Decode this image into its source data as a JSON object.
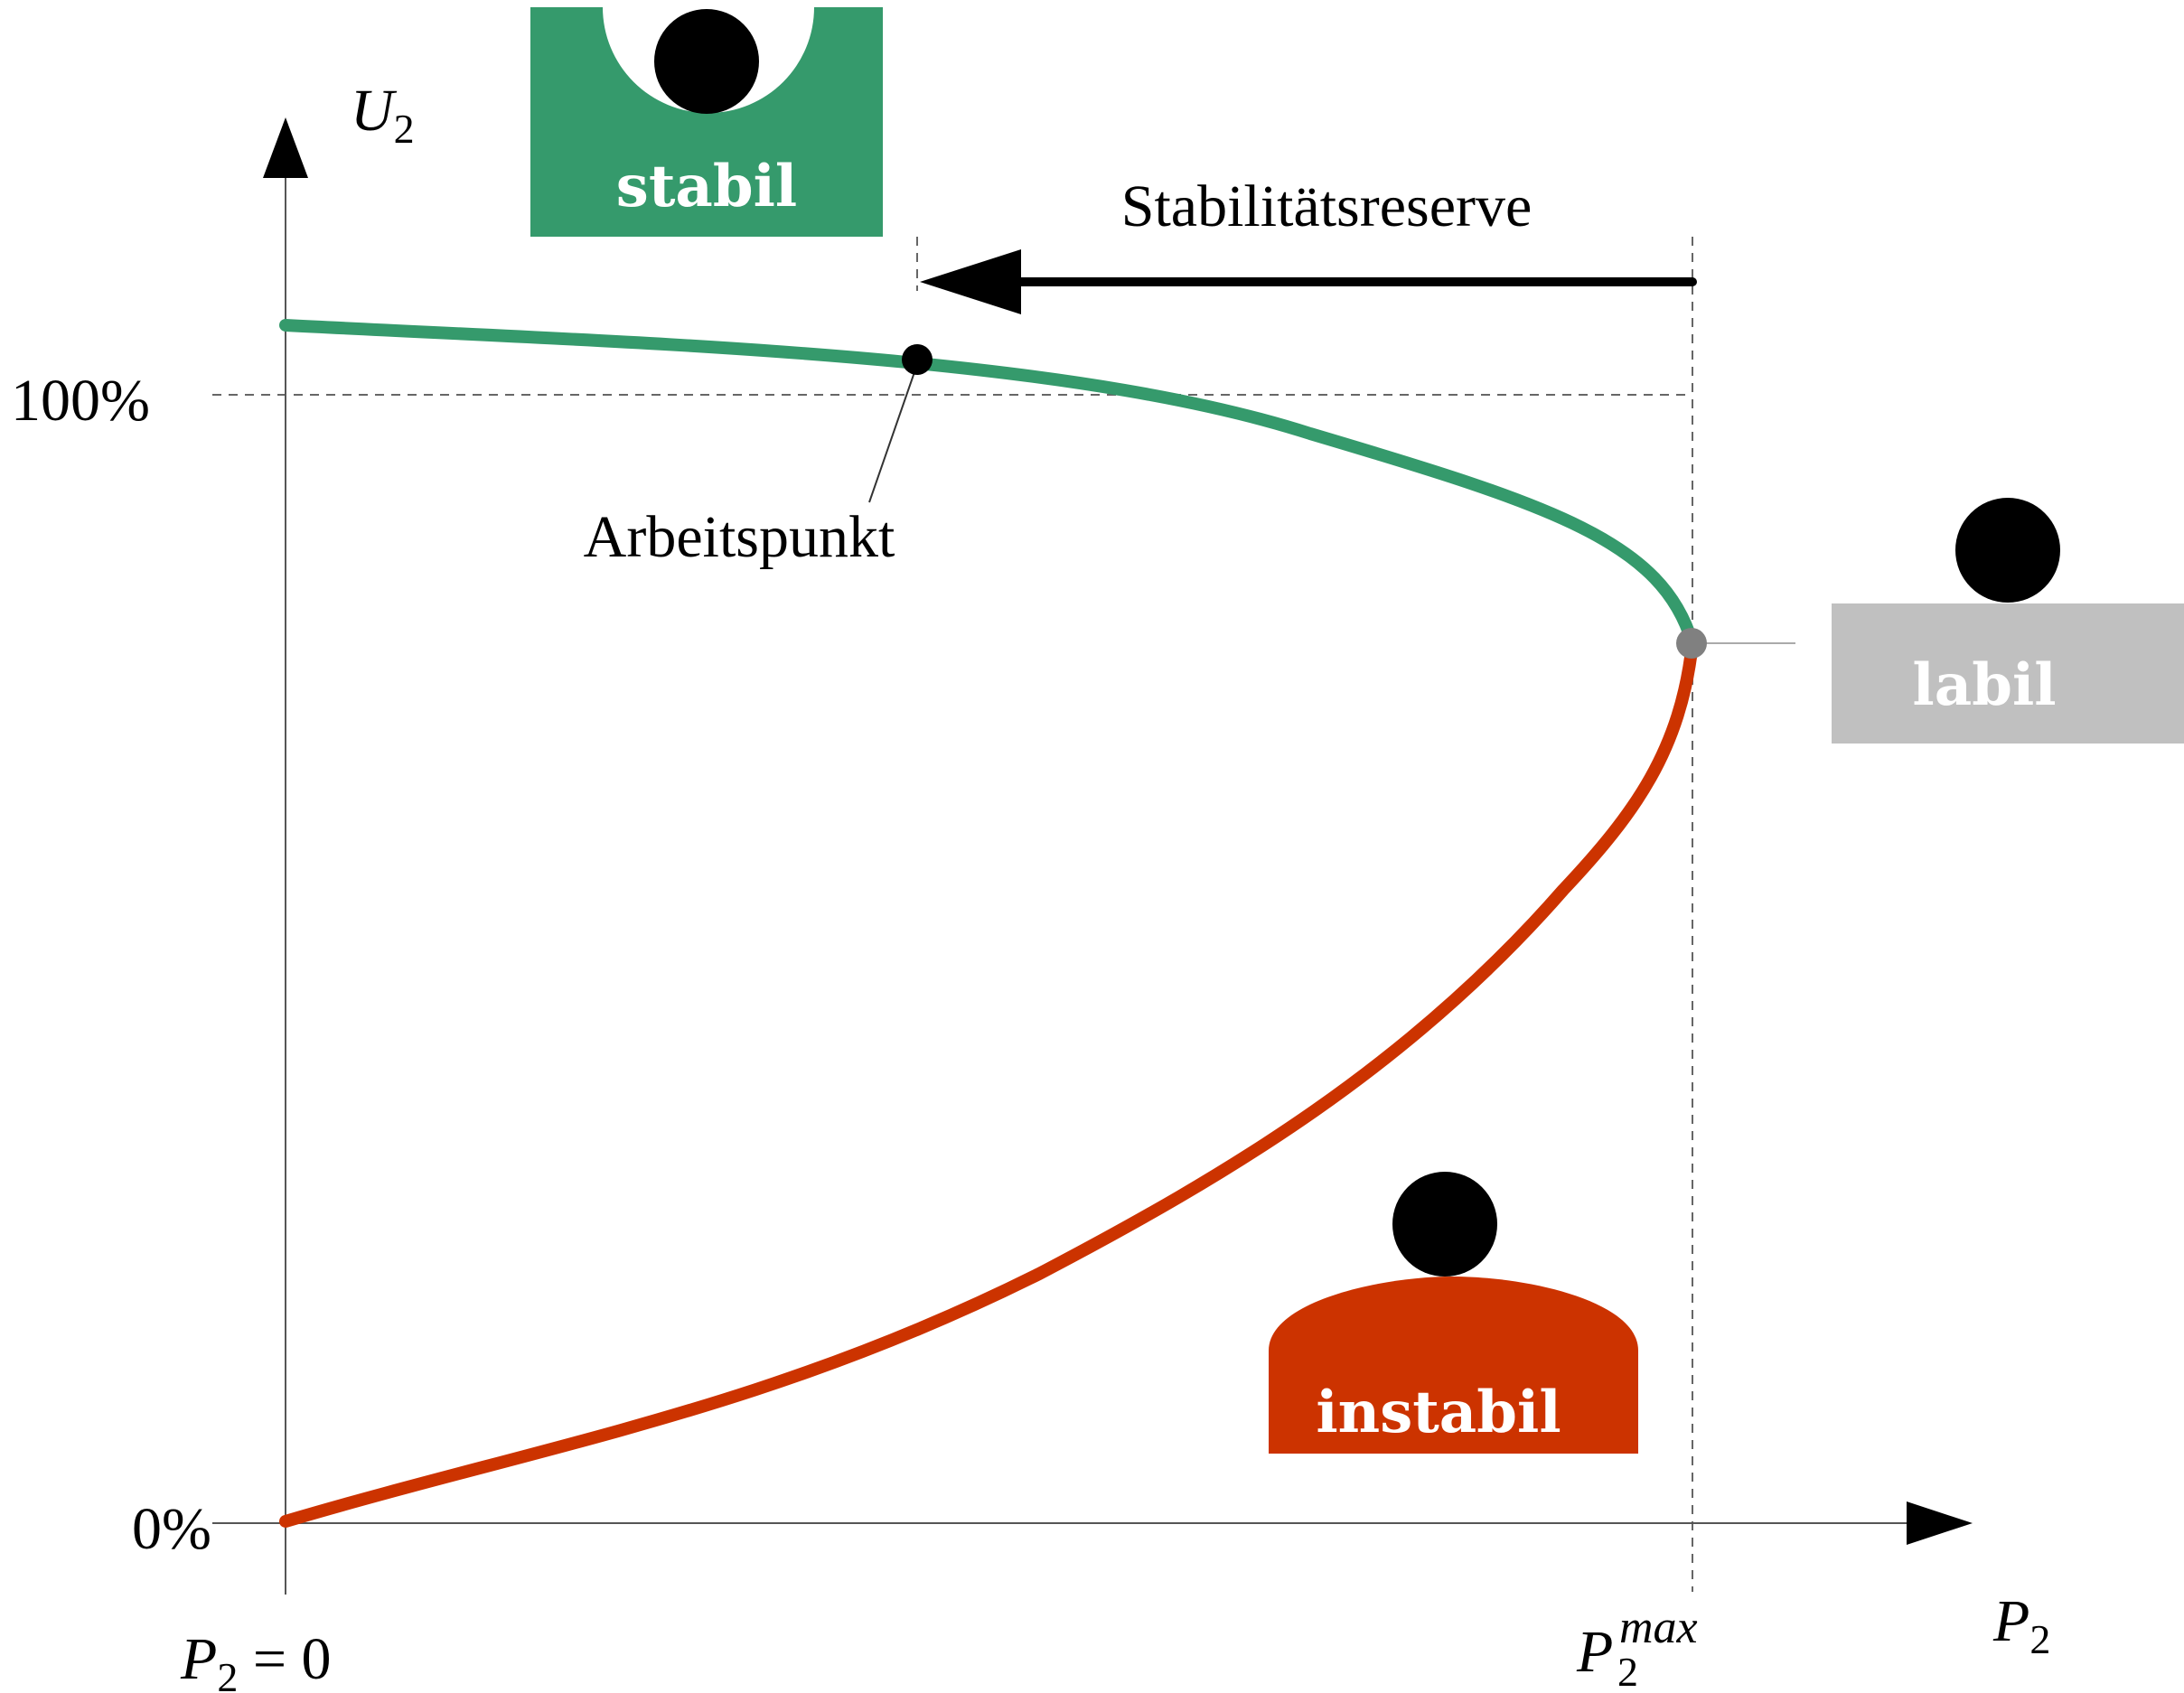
{
  "axes": {
    "y_label": {
      "base": "U",
      "sub": "2"
    },
    "x_label": {
      "base": "P",
      "sub": "2"
    },
    "y_ticks": [
      "100%",
      "0%"
    ],
    "x_ticks": {
      "origin": {
        "base": "P",
        "sub": "2",
        "rest": " = 0"
      },
      "pmax": {
        "base": "P",
        "sub": "2",
        "sup": "max"
      }
    }
  },
  "curve": {
    "stable_branch": "stabil",
    "unstable_branch": "instabil",
    "tip_state": "labil",
    "operating_point": "Arbeitspunkt",
    "reserve_arrow": "Stabilitätsreserve"
  },
  "legend_boxes": {
    "stable": {
      "label": "stabil",
      "color": "#359a6c"
    },
    "labile": {
      "label": "labil",
      "color": "#c0c0c0"
    },
    "unstable": {
      "label": "instabil",
      "color": "#cc3300"
    }
  },
  "colors": {
    "stable_curve": "#359a6c",
    "unstable_curve": "#cc3300",
    "tip_point": "#808080",
    "operating_point": "#000000"
  }
}
